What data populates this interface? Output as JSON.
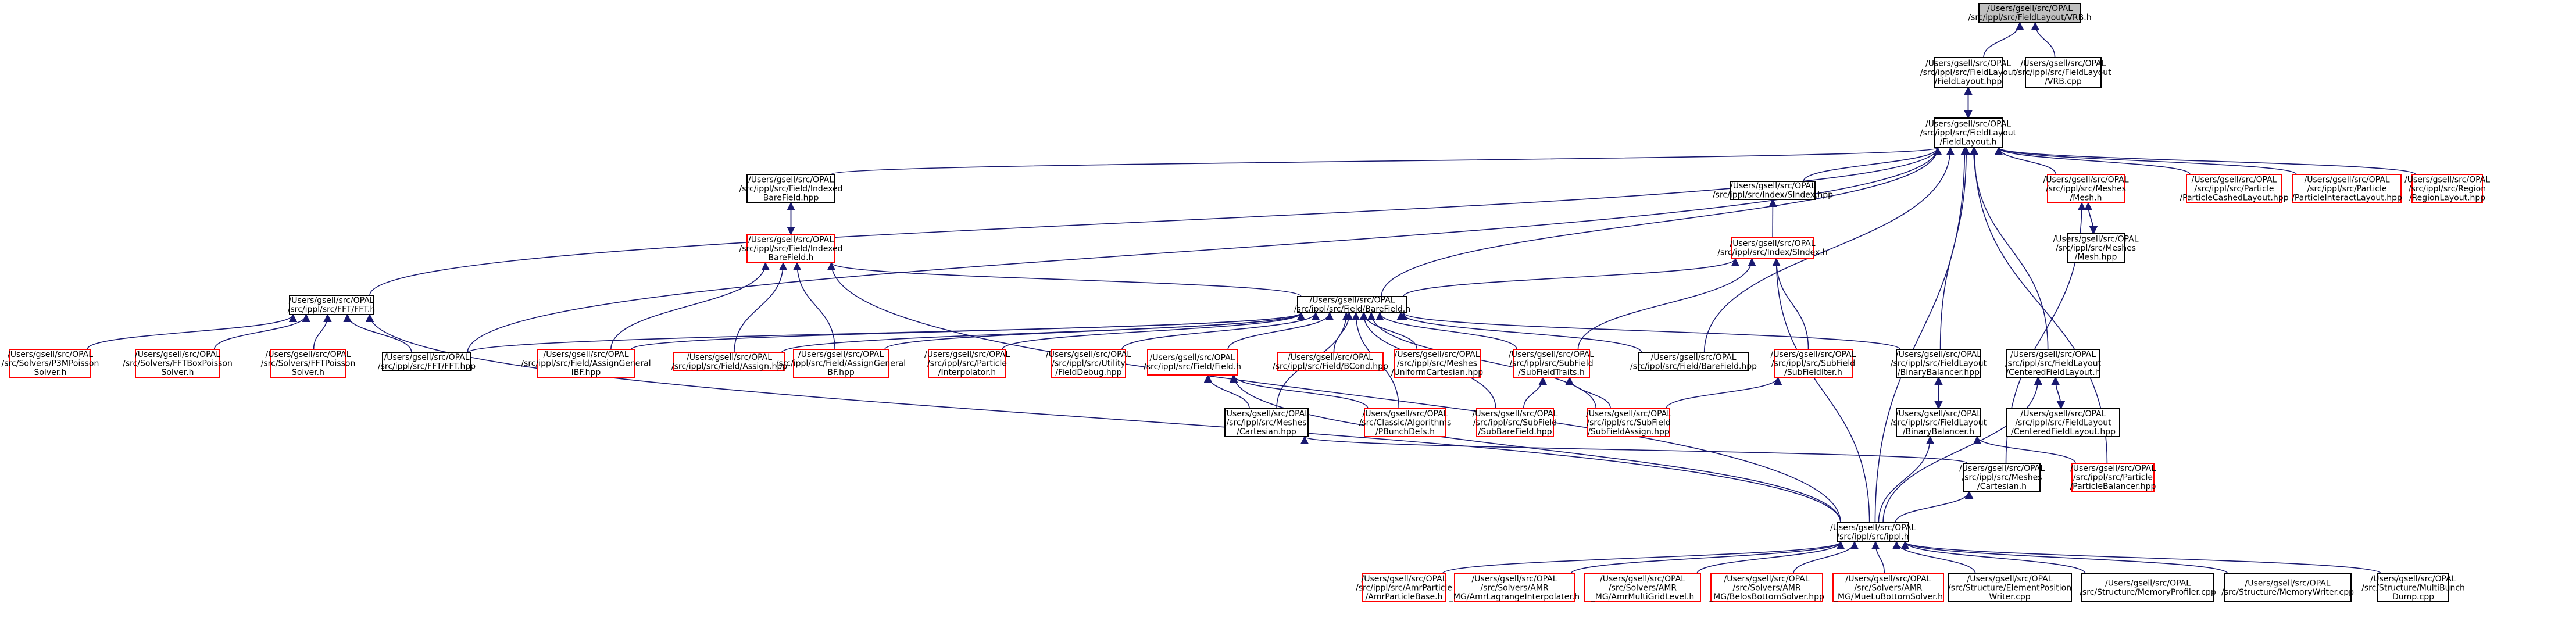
{
  "colors": {
    "edge": "#191970",
    "root_fill": "#bfbfbf",
    "normal_border": "#000000",
    "truncated_border": "#ff0000",
    "fill": "#ffffff"
  },
  "nodes": [
    {
      "id": "vrb_h",
      "lines": [
        "/Users/gsell/src/OPAL",
        "/src/ippl/src/FieldLayout/VRB.h"
      ],
      "kind": "root"
    },
    {
      "id": "fieldlayout_hpp",
      "lines": [
        "/Users/gsell/src/OPAL",
        "/src/ippl/src/FieldLayout",
        "/FieldLayout.hpp"
      ],
      "kind": "normal"
    },
    {
      "id": "vrb_cpp",
      "lines": [
        "/Users/gsell/src/OPAL",
        "/src/ippl/src/FieldLayout",
        "/VRB.cpp"
      ],
      "kind": "normal"
    },
    {
      "id": "fieldlayout_h",
      "lines": [
        "/Users/gsell/src/OPAL",
        "/src/ippl/src/FieldLayout",
        "/FieldLayout.h"
      ],
      "kind": "normal"
    },
    {
      "id": "indexed_bf_hpp",
      "lines": [
        "/Users/gsell/src/OPAL",
        "/src/ippl/src/Field/Indexed",
        "BareField.hpp"
      ],
      "kind": "normal"
    },
    {
      "id": "sindex_hpp",
      "lines": [
        "/Users/gsell/src/OPAL",
        "/src/ippl/src/Index/SIndex.hpp"
      ],
      "kind": "normal"
    },
    {
      "id": "mesh_h",
      "lines": [
        "/Users/gsell/src/OPAL",
        "/src/ippl/src/Meshes",
        "/Mesh.h"
      ],
      "kind": "truncated"
    },
    {
      "id": "cached_layout",
      "lines": [
        "/Users/gsell/src/OPAL",
        "/src/ippl/src/Particle",
        "/ParticleCashedLayout.hpp"
      ],
      "kind": "truncated"
    },
    {
      "id": "interact_layout",
      "lines": [
        "/Users/gsell/src/OPAL",
        "/src/ippl/src/Particle",
        "/ParticleInteractLayout.hpp"
      ],
      "kind": "truncated"
    },
    {
      "id": "region_layout",
      "lines": [
        "/Users/gsell/src/OPAL",
        "/src/ippl/src/Region",
        "/RegionLayout.hpp"
      ],
      "kind": "truncated"
    },
    {
      "id": "indexed_bf_h",
      "lines": [
        "/Users/gsell/src/OPAL",
        "/src/ippl/src/Field/Indexed",
        "BareField.h"
      ],
      "kind": "truncated"
    },
    {
      "id": "sindex_h",
      "lines": [
        "/Users/gsell/src/OPAL",
        "/src/ippl/src/Index/SIndex.h"
      ],
      "kind": "truncated"
    },
    {
      "id": "mesh_hpp",
      "lines": [
        "/Users/gsell/src/OPAL",
        "/src/ippl/src/Meshes",
        "/Mesh.hpp"
      ],
      "kind": "normal"
    },
    {
      "id": "fft_h",
      "lines": [
        "/Users/gsell/src/OPAL",
        "/src/ippl/src/FFT/FFT.h"
      ],
      "kind": "normal"
    },
    {
      "id": "barefield_h",
      "lines": [
        "/Users/gsell/src/OPAL",
        "/src/ippl/src/Field/BareField.h"
      ],
      "kind": "normal"
    },
    {
      "id": "p3m_solver",
      "lines": [
        "/Users/gsell/src/OPAL",
        "/src/Solvers/P3MPoisson",
        "Solver.h"
      ],
      "kind": "truncated"
    },
    {
      "id": "fftbox_solver",
      "lines": [
        "/Users/gsell/src/OPAL",
        "/src/Solvers/FFTBoxPoisson",
        "Solver.h"
      ],
      "kind": "truncated"
    },
    {
      "id": "fftp_solver",
      "lines": [
        "/Users/gsell/src/OPAL",
        "/src/Solvers/FFTPoisson",
        "Solver.h"
      ],
      "kind": "truncated"
    },
    {
      "id": "fft_hpp",
      "lines": [
        "/Users/gsell/src/OPAL",
        "/src/ippl/src/FFT/FFT.hpp"
      ],
      "kind": "normal"
    },
    {
      "id": "assign_general_ibf",
      "lines": [
        "/Users/gsell/src/OPAL",
        "/src/ippl/src/Field/AssignGeneral",
        "IBF.hpp"
      ],
      "kind": "truncated"
    },
    {
      "id": "assign_hpp",
      "lines": [
        "/Users/gsell/src/OPAL",
        "/src/ippl/src/Field/Assign.hpp"
      ],
      "kind": "truncated"
    },
    {
      "id": "assign_general_bf",
      "lines": [
        "/Users/gsell/src/OPAL",
        "/src/ippl/src/Field/AssignGeneral",
        "BF.hpp"
      ],
      "kind": "truncated"
    },
    {
      "id": "interpolator",
      "lines": [
        "/Users/gsell/src/OPAL",
        "/src/ippl/src/Particle",
        "/Interpolator.h"
      ],
      "kind": "truncated"
    },
    {
      "id": "fielddebug",
      "lines": [
        "/Users/gsell/src/OPAL",
        "/src/ippl/src/Utility",
        "/FieldDebug.hpp"
      ],
      "kind": "truncated"
    },
    {
      "id": "field_h",
      "lines": [
        "/Users/gsell/src/OPAL",
        "/src/ippl/src/Field/Field.h"
      ],
      "kind": "truncated"
    },
    {
      "id": "bcond",
      "lines": [
        "/Users/gsell/src/OPAL",
        "/src/ippl/src/Field/BCond.hpp"
      ],
      "kind": "truncated"
    },
    {
      "id": "uniform_cart",
      "lines": [
        "/Users/gsell/src/OPAL",
        "/src/ippl/src/Meshes",
        "/UniformCartesian.hpp"
      ],
      "kind": "truncated"
    },
    {
      "id": "subfield_traits",
      "lines": [
        "/Users/gsell/src/OPAL",
        "/src/ippl/src/SubField",
        "/SubFieldTraits.h"
      ],
      "kind": "truncated"
    },
    {
      "id": "barefield_hpp",
      "lines": [
        "/Users/gsell/src/OPAL",
        "/src/ippl/src/Field/BareField.hpp"
      ],
      "kind": "normal"
    },
    {
      "id": "subfielditer",
      "lines": [
        "/Users/gsell/src/OPAL",
        "/src/ippl/src/SubField",
        "/SubFieldIter.h"
      ],
      "kind": "truncated"
    },
    {
      "id": "binary_bal_hpp",
      "lines": [
        "/Users/gsell/src/OPAL",
        "/src/ippl/src/FieldLayout",
        "/BinaryBalancer.hpp"
      ],
      "kind": "normal"
    },
    {
      "id": "centered_h",
      "lines": [
        "/Users/gsell/src/OPAL",
        "/src/ippl/src/FieldLayout",
        "/CenteredFieldLayout.h"
      ],
      "kind": "normal"
    },
    {
      "id": "cartesian_hpp",
      "lines": [
        "/Users/gsell/src/OPAL",
        "/src/ippl/src/Meshes",
        "/Cartesian.hpp"
      ],
      "kind": "normal"
    },
    {
      "id": "pbunch_defs",
      "lines": [
        "/Users/gsell/src/OPAL",
        "/src/Classic/Algorithms",
        "/PBunchDefs.h"
      ],
      "kind": "truncated"
    },
    {
      "id": "subbarefield",
      "lines": [
        "/Users/gsell/src/OPAL",
        "/src/ippl/src/SubField",
        "/SubBareField.hpp"
      ],
      "kind": "truncated"
    },
    {
      "id": "subfieldassign",
      "lines": [
        "/Users/gsell/src/OPAL",
        "/src/ippl/src/SubField",
        "/SubFieldAssign.hpp"
      ],
      "kind": "truncated"
    },
    {
      "id": "binary_bal_h",
      "lines": [
        "/Users/gsell/src/OPAL",
        "/src/ippl/src/FieldLayout",
        "/BinaryBalancer.h"
      ],
      "kind": "normal"
    },
    {
      "id": "centered_hpp",
      "lines": [
        "/Users/gsell/src/OPAL",
        "/src/ippl/src/FieldLayout",
        "/CenteredFieldLayout.hpp"
      ],
      "kind": "normal"
    },
    {
      "id": "cartesian_h",
      "lines": [
        "/Users/gsell/src/OPAL",
        "/src/ippl/src/Meshes",
        "/Cartesian.h"
      ],
      "kind": "normal"
    },
    {
      "id": "particle_bal",
      "lines": [
        "/Users/gsell/src/OPAL",
        "/src/ippl/src/Particle",
        "/ParticleBalancer.hpp"
      ],
      "kind": "truncated"
    },
    {
      "id": "ippl_h",
      "lines": [
        "/Users/gsell/src/OPAL",
        "/src/ippl/src/ippl.h"
      ],
      "kind": "normal"
    },
    {
      "id": "amr_particle_base",
      "lines": [
        "/Users/gsell/src/OPAL",
        "/src/ippl/src/AmrParticle",
        "/AmrParticleBase.h"
      ],
      "kind": "truncated"
    },
    {
      "id": "amr_lagrange",
      "lines": [
        "/Users/gsell/src/OPAL",
        "/src/Solvers/AMR",
        "_MG/AmrLagrangeInterpolater.h"
      ],
      "kind": "truncated"
    },
    {
      "id": "amr_multigrid",
      "lines": [
        "/Users/gsell/src/OPAL",
        "/src/Solvers/AMR",
        "_MG/AmrMultiGridLevel.h"
      ],
      "kind": "truncated"
    },
    {
      "id": "belos_solver",
      "lines": [
        "/Users/gsell/src/OPAL",
        "/src/Solvers/AMR",
        "_MG/BelosBottomSolver.hpp"
      ],
      "kind": "truncated"
    },
    {
      "id": "muelu_solver",
      "lines": [
        "/Users/gsell/src/OPAL",
        "/src/Solvers/AMR",
        "_MG/MueLuBottomSolver.h"
      ],
      "kind": "truncated"
    },
    {
      "id": "element_pos",
      "lines": [
        "/Users/gsell/src/OPAL",
        "/src/Structure/ElementPosition",
        "Writer.cpp"
      ],
      "kind": "normal"
    },
    {
      "id": "mem_profiler",
      "lines": [
        "/Users/gsell/src/OPAL",
        "/src/Structure/MemoryProfiler.cpp"
      ],
      "kind": "normal"
    },
    {
      "id": "mem_writer",
      "lines": [
        "/Users/gsell/src/OPAL",
        "/src/Structure/MemoryWriter.cpp"
      ],
      "kind": "normal"
    },
    {
      "id": "multibunch",
      "lines": [
        "/Users/gsell/src/OPAL",
        "/src/Structure/MultiBunch",
        "Dump.cpp"
      ],
      "kind": "normal"
    }
  ]
}
